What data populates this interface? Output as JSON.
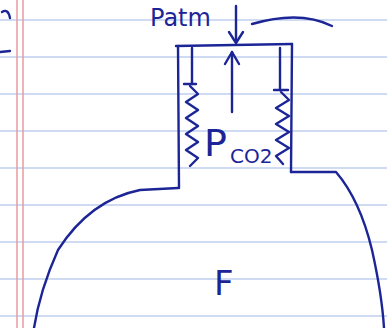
{
  "diagram": {
    "labels": [
      "Patm",
      "P",
      "CO2",
      "F"
    ]
  }
}
